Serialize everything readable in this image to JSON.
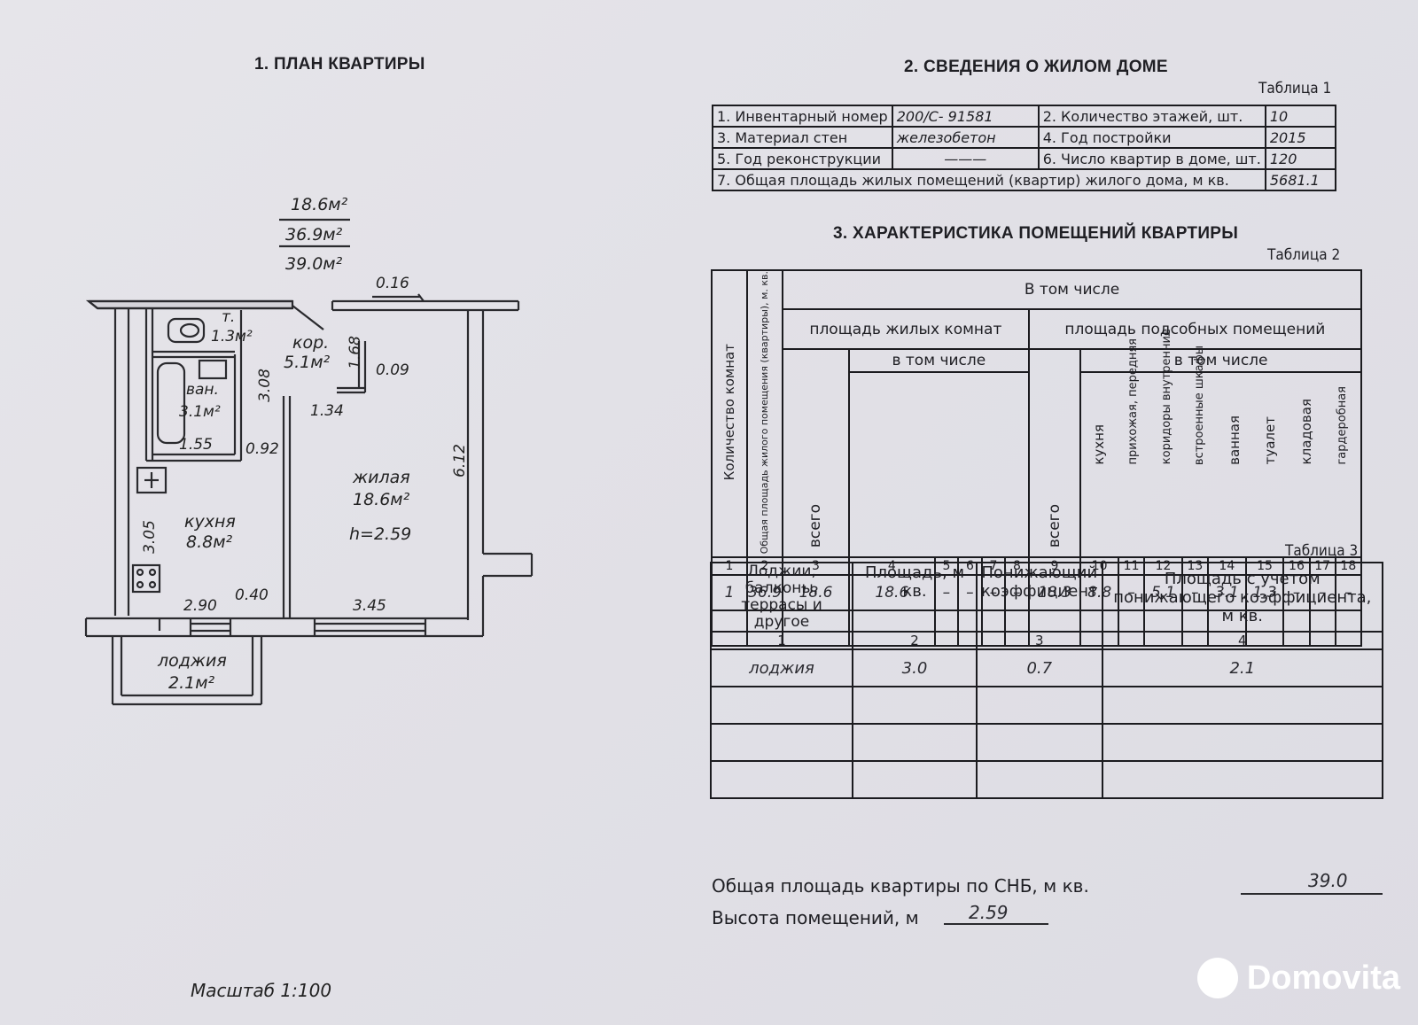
{
  "section1": {
    "title": "1. ПЛАН КВАРТИРЫ"
  },
  "section2": {
    "title": "2. СВЕДЕНИЯ О ЖИЛОМ ДОМЕ",
    "table_caption": "Таблица 1",
    "rows": [
      {
        "l1": "1. Инвентарный номер",
        "v1": "200/С- 91581",
        "l2": "2. Количество этажей, шт.",
        "v2": "10"
      },
      {
        "l1": "3. Материал стен",
        "v1": "железобетон",
        "l2": "4. Год постройки",
        "v2": "2015"
      },
      {
        "l1": "5. Год реконструкции",
        "v1": "———",
        "l2": "6. Число квартир в доме, шт.",
        "v2": "120"
      }
    ],
    "row7_label": "7. Общая площадь жилых помещений (квартир) жилого дома, м кв.",
    "row7_value": "5681.1"
  },
  "section3": {
    "title": "3. ХАРАКТЕРИСТИКА ПОМЕЩЕНИЙ КВАРТИРЫ",
    "table_caption": "Таблица 2",
    "h_rooms": "Количество комнат",
    "h_total": "Общая площадь жилого помещения (квартиры), м. кв.",
    "h_incl": "В том числе",
    "h_living": "площадь жилых комнат",
    "h_aux": "площадь подсобных помещений",
    "h_incl2": "в том числе",
    "h_all": "всего",
    "h_all2": "всего",
    "h_kitchen": "кухня",
    "h_hall": "прихожая, передняя",
    "h_corr": "коридоры внутренние",
    "h_closets": "встроенные шкафы",
    "h_bath": "ванная",
    "h_toilet": "туалет",
    "h_storage": "кладовая",
    "h_wardrobe": "гардеробная",
    "col_numbers": [
      "1",
      "2",
      "3",
      "4",
      "5",
      "6",
      "7",
      "8",
      "9",
      "10",
      "11",
      "12",
      "13",
      "14",
      "15",
      "16",
      "17",
      "18"
    ],
    "values": [
      "1",
      "36.9",
      "18.6",
      "18.6",
      "–",
      "–",
      "–",
      "–",
      "18.3",
      "8.8",
      "–",
      "5.1",
      "–",
      "3.1",
      "1.3",
      "–",
      "–",
      "–"
    ]
  },
  "table3": {
    "caption": "Таблица 3",
    "headers": [
      "Лоджии, балконы, террасы и другое",
      "Площадь, м кв.",
      "Понижающий коэффициент",
      "Площадь с учетом понижающего коэффициента, м кв."
    ],
    "col_numbers": [
      "1",
      "2",
      "3",
      "4"
    ],
    "row": [
      "лоджия",
      "3.0",
      "0.7",
      "2.1"
    ]
  },
  "footer": {
    "area_label": "Общая площадь квартиры по СНБ, м кв.",
    "area_value": "39.0",
    "height_label": "Высота помещений, м",
    "height_value": "2.59"
  },
  "plan": {
    "area_living": "18.6м²",
    "area_total": "36.9м²",
    "area_snb": "39.0м²",
    "toilet": "т.",
    "toilet_area": "1.3м²",
    "corridor": "кор.",
    "corridor_area": "5.1м²",
    "bath": "ван.",
    "bath_area": "3.1м²",
    "living": "жилая",
    "living_area": "18.6м²",
    "height": "h=2.59",
    "kitchen": "кухня",
    "kitchen_area": "8.8м²",
    "loggia": "лоджия",
    "loggia_area": "2.1м²",
    "d016": "0.16",
    "d168": "1.68",
    "d009": "0.09",
    "d308": "3.08",
    "d134": "1.34",
    "d155": "1.55",
    "d092": "0.92",
    "d612": "6.12",
    "d305": "3.05",
    "d290": "2.90",
    "d040": "0.40",
    "d345": "3.45",
    "scale": "Масштаб  1:100"
  },
  "watermark": {
    "brand": "Domovita"
  }
}
